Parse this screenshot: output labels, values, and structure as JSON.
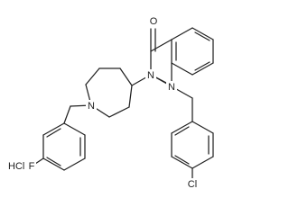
{
  "structure": {
    "atom_labels": {
      "carbonyl_oxygen": "O",
      "n2": "N",
      "n3": "N",
      "azepane_n": "N",
      "fluorine": "F",
      "chlorine": "Cl"
    },
    "salt_label": "HCl"
  }
}
